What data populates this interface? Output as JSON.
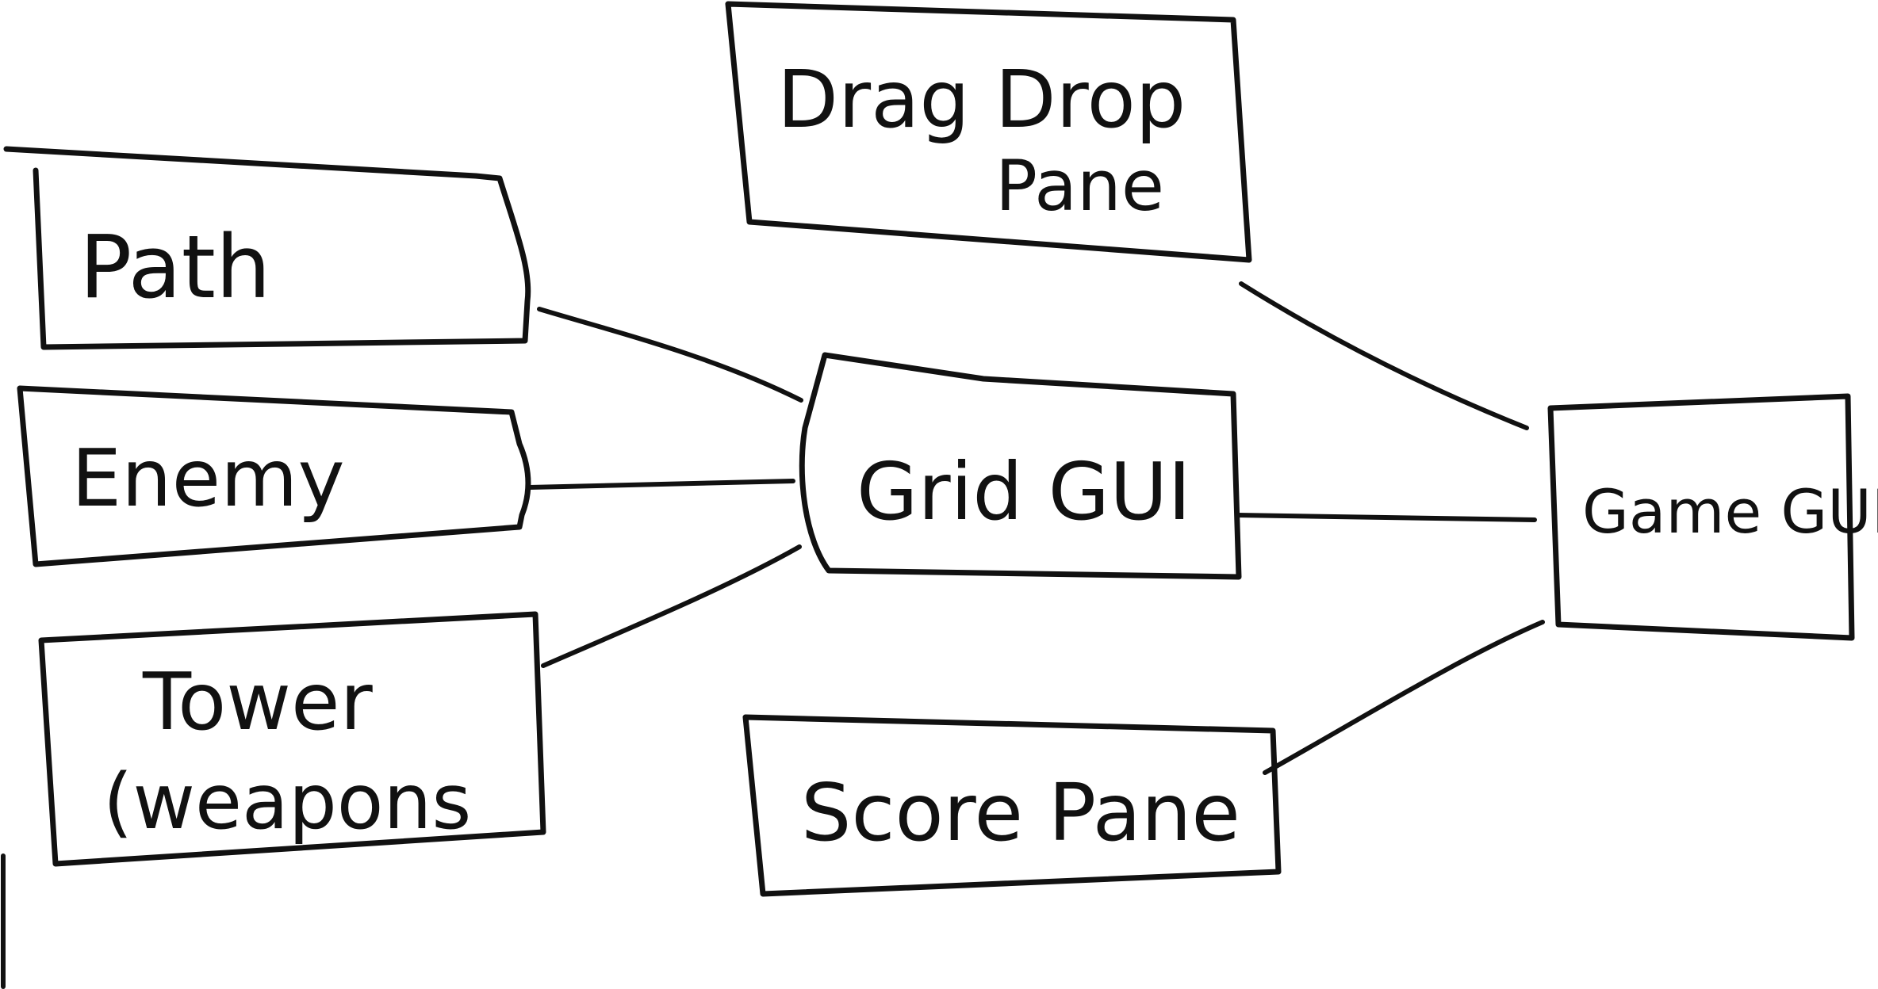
{
  "diagram": {
    "nodes": {
      "path": {
        "label": "Path"
      },
      "enemy": {
        "label": "Enemy"
      },
      "tower": {
        "line1": "Tower",
        "line2": "(weapons"
      },
      "grid_gui": {
        "label": "Grid GUI"
      },
      "drag_drop_pane": {
        "line1": "Drag Drop",
        "line2": "Pane"
      },
      "game_gui": {
        "label": "Game GUI"
      },
      "score_pane": {
        "label": "Score Pane"
      }
    },
    "edges": [
      {
        "from": "Path",
        "to": "Grid GUI"
      },
      {
        "from": "Enemy",
        "to": "Grid GUI"
      },
      {
        "from": "Tower",
        "to": "Grid GUI"
      },
      {
        "from": "Grid GUI",
        "to": "Game GUI"
      },
      {
        "from": "Drag Drop Pane",
        "to": "Game GUI"
      },
      {
        "from": "Score Pane",
        "to": "Game GUI"
      }
    ]
  }
}
